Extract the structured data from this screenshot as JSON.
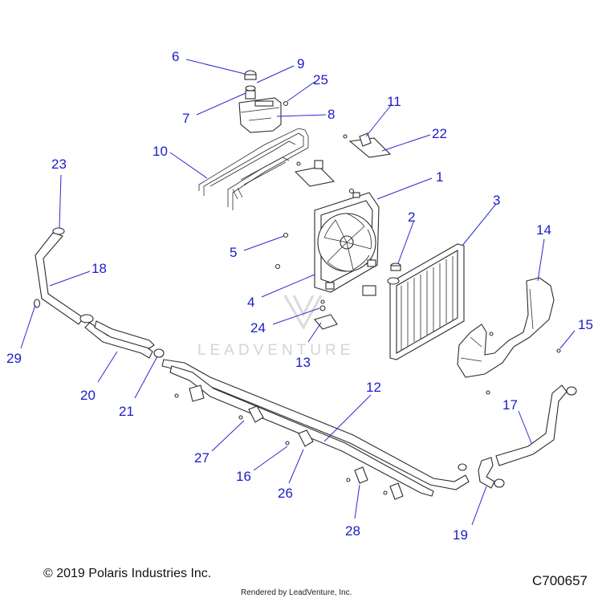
{
  "diagram": {
    "watermark": "LEADVENTURE",
    "copyright": "© 2019 Polaris Industries Inc.",
    "diagram_code": "C700657",
    "rendered_by": "Rendered by LeadVenture, Inc."
  },
  "callouts": [
    {
      "id": "c1",
      "label": "1"
    },
    {
      "id": "c2",
      "label": "2"
    },
    {
      "id": "c3",
      "label": "3"
    },
    {
      "id": "c4",
      "label": "4"
    },
    {
      "id": "c5",
      "label": "5"
    },
    {
      "id": "c6",
      "label": "6"
    },
    {
      "id": "c7",
      "label": "7"
    },
    {
      "id": "c8",
      "label": "8"
    },
    {
      "id": "c9",
      "label": "9"
    },
    {
      "id": "c10",
      "label": "10"
    },
    {
      "id": "c11",
      "label": "11"
    },
    {
      "id": "c12",
      "label": "12"
    },
    {
      "id": "c13",
      "label": "13"
    },
    {
      "id": "c14",
      "label": "14"
    },
    {
      "id": "c15",
      "label": "15"
    },
    {
      "id": "c16",
      "label": "16"
    },
    {
      "id": "c17",
      "label": "17"
    },
    {
      "id": "c18",
      "label": "18"
    },
    {
      "id": "c19",
      "label": "19"
    },
    {
      "id": "c20",
      "label": "20"
    },
    {
      "id": "c21",
      "label": "21"
    },
    {
      "id": "c22",
      "label": "22"
    },
    {
      "id": "c23",
      "label": "23"
    },
    {
      "id": "c24",
      "label": "24"
    },
    {
      "id": "c25",
      "label": "25"
    },
    {
      "id": "c26",
      "label": "26"
    },
    {
      "id": "c27",
      "label": "27"
    },
    {
      "id": "c28",
      "label": "28"
    },
    {
      "id": "c29",
      "label": "29"
    }
  ],
  "colors": {
    "callout": "#1b1bc9",
    "line_art": "#2c2c2c",
    "watermark": "#d4d4d4"
  }
}
